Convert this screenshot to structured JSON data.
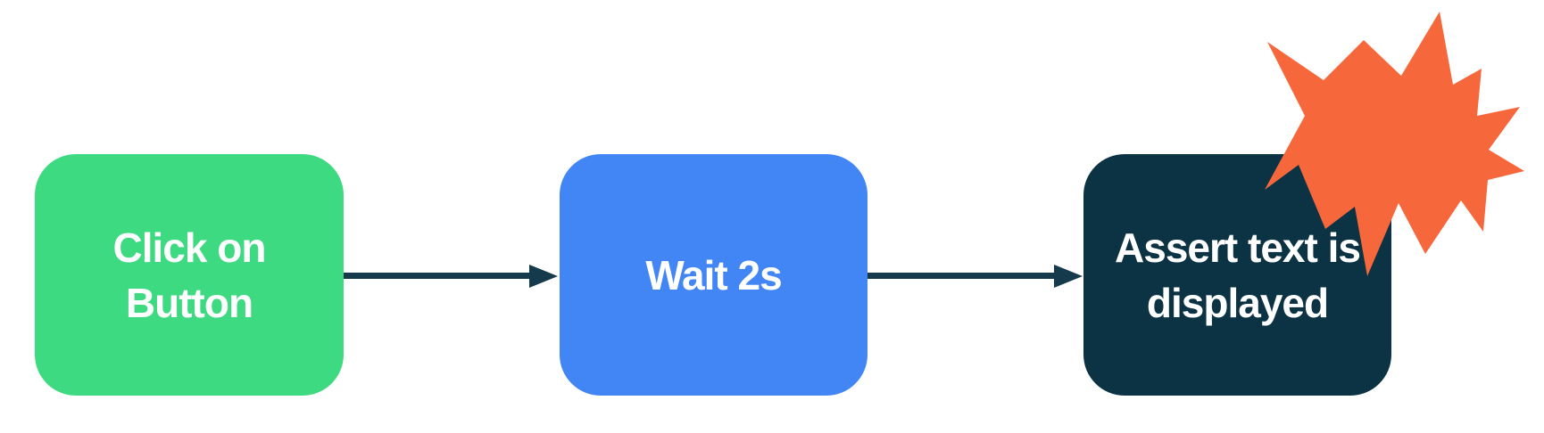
{
  "diagram": {
    "type": "flowchart",
    "description": "Three-step automated UI test flow",
    "nodes": [
      {
        "id": "step-1",
        "label": "Click on Button",
        "fill": "#3EDA81",
        "text_color": "#FFFFFF"
      },
      {
        "id": "step-2",
        "label": "Wait 2s",
        "fill": "#4285F4",
        "text_color": "#FFFFFF"
      },
      {
        "id": "step-3",
        "label": "Assert text is displayed",
        "fill": "#0C3344",
        "text_color": "#FFFFFF",
        "decoration": "explosion-burst"
      }
    ],
    "connectors": [
      {
        "from": "step-1",
        "to": "step-2"
      },
      {
        "from": "step-2",
        "to": "step-3"
      }
    ],
    "colors": {
      "background": "#FFFFFF",
      "arrow": "#143A4C",
      "burst": "#F6683B"
    }
  }
}
